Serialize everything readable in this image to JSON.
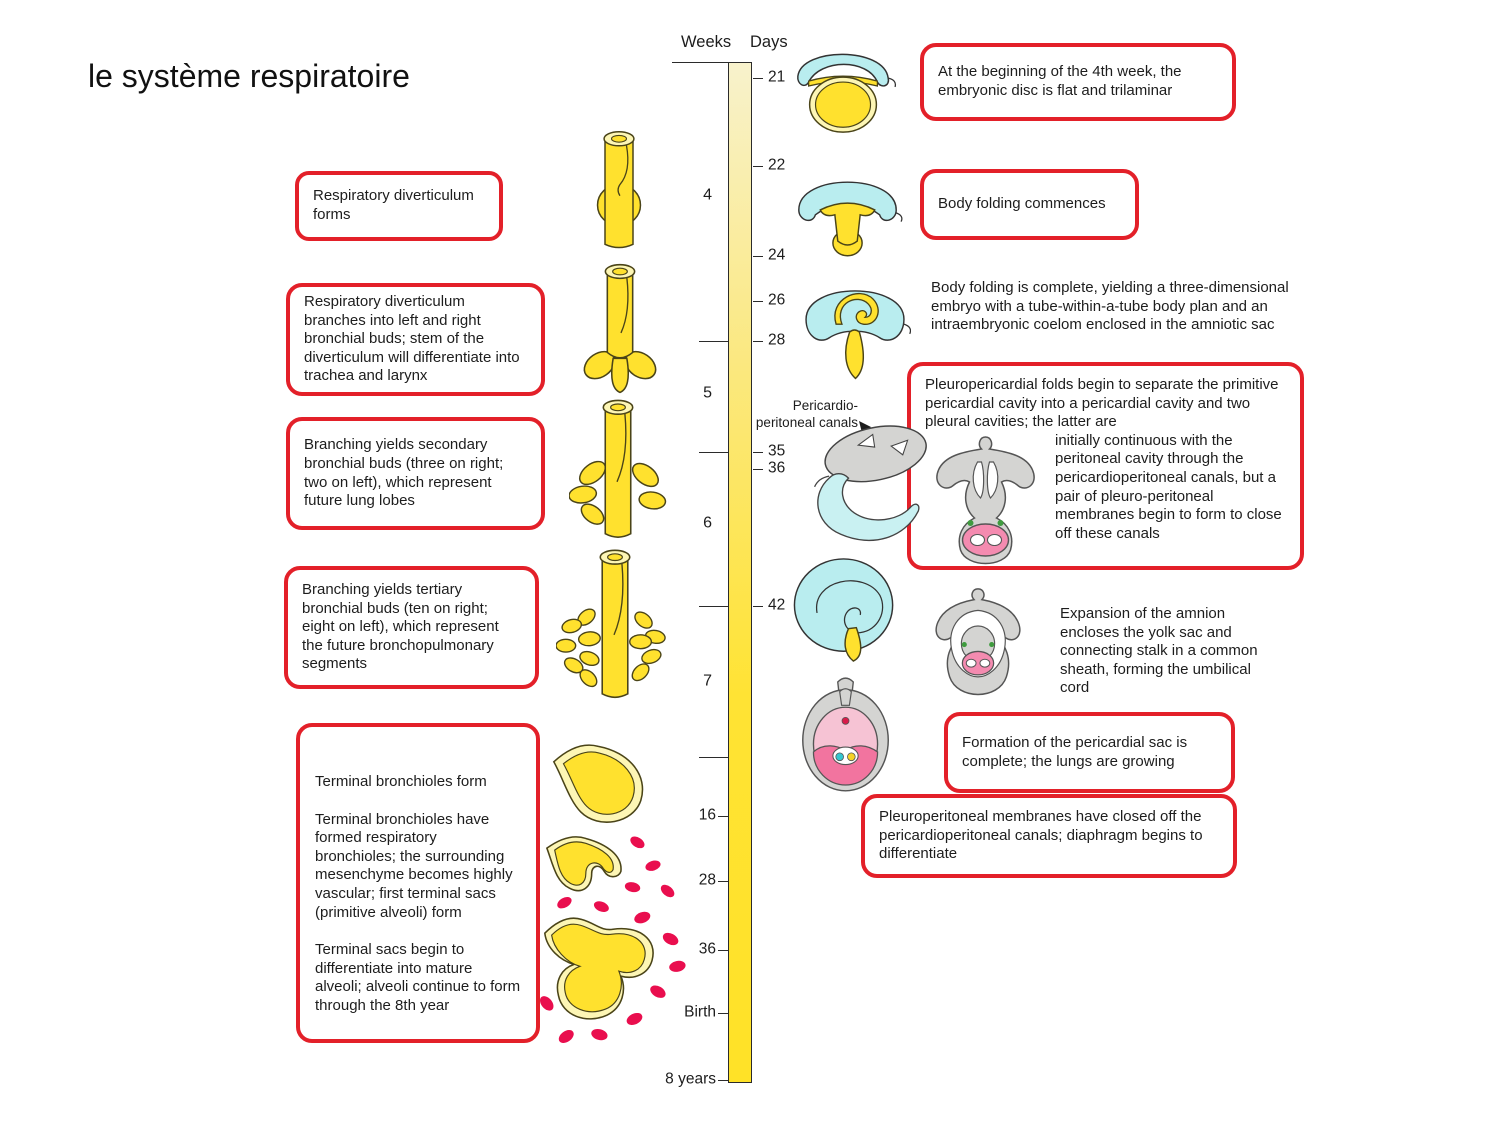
{
  "title": "le système respiratoire",
  "timeline": {
    "weeks_header": "Weeks",
    "days_header": "Days",
    "day_labels": [
      "21",
      "22",
      "24",
      "26",
      "28",
      "35",
      "36",
      "42"
    ],
    "week_labels": [
      "4",
      "5",
      "6",
      "7"
    ],
    "late_labels": [
      "16",
      "28",
      "36",
      "Birth",
      "8 years"
    ],
    "canal_line1": "Pericardio-",
    "canal_line2": "peritoneal canals"
  },
  "left_boxes": [
    {
      "text": "Respiratory diverticulum forms"
    },
    {
      "text": "Respiratory diverticulum branches into left and right bronchial buds; stem of the diverticulum will differentiate into trachea and larynx"
    },
    {
      "text": "Branching yields secondary bronchial buds (three on right; two on left), which represent future lung lobes"
    },
    {
      "text": "Branching yields tertiary bronchial buds (ten on right; eight on left), which represent the future bronchopulmonary segments"
    },
    {
      "paragraphs": [
        "Terminal bronchioles form",
        "Terminal bronchioles have formed respiratory bronchioles; the surrounding mesenchyme becomes highly vascular; first terminal sacs (primitive alveoli) form",
        "Terminal sacs begin to differentiate into mature alveoli; alveoli continue to form through the 8th year"
      ]
    }
  ],
  "right_notes": [
    {
      "text": "At the beginning of the 4th week, the embryonic disc is flat and trilaminar"
    },
    {
      "text": "Body folding commences"
    },
    {
      "text": "Body folding is complete, yielding a three-dimensional embryo with a tube-within-a-tube body plan and an intraembryonic coelom enclosed in the amniotic sac"
    },
    {
      "text_intro": "Pleuropericardial folds begin to separate the primitive pericardial cavity into a pericardial cavity and two pleural cavities; the latter are",
      "text_rest": "initially continuous with the peritoneal cavity through the pericardioperitoneal canals, but a pair of pleuro-peritoneal membranes begin to form to close off these canals"
    },
    {
      "text": "Expansion of the amnion encloses the yolk sac and connecting stalk in a common sheath, forming the umbilical cord"
    },
    {
      "text": "Formation of the pericardial sac is complete; the lungs are growing"
    },
    {
      "text": "Pleuroperitoneal membranes have closed off the pericardioperitoneal canals; diaphragm begins to differentiate"
    }
  ],
  "colors": {
    "red_box_border": "#e32029",
    "timeline_bar_top": "#f8f2cc",
    "timeline_bar_bottom": "#ffe227",
    "structure_yellow": "#ffe12e",
    "structure_pale": "#fdf6b5",
    "embryo_cyan": "#b9edef",
    "capillary_crimson": "#e90e4e",
    "section_gray": "#d4d4d2",
    "section_pink": "#f48bb0"
  }
}
